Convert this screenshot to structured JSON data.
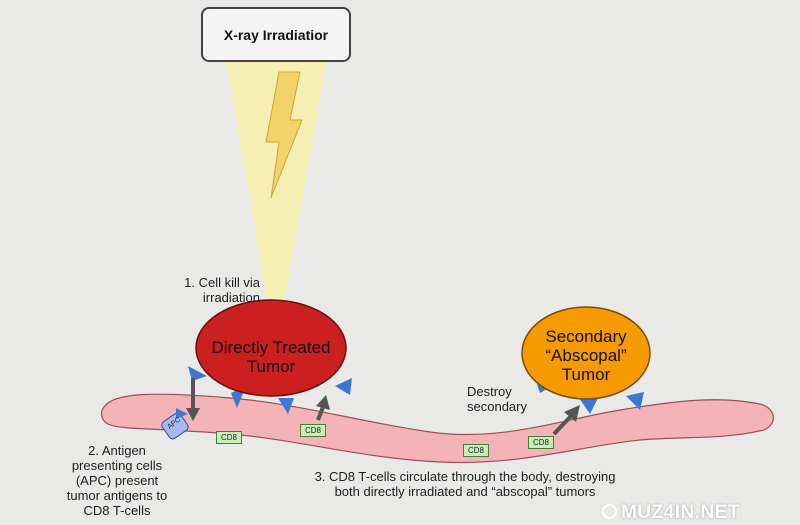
{
  "source_label": "X-ray Irradiatior",
  "step1": {
    "line1": "1. Cell kill via",
    "line2": "irradiation"
  },
  "tumor_primary": {
    "line1": "Directly Treated",
    "line2": "Tumor",
    "color": "#cc1f1f"
  },
  "tumor_secondary": {
    "line1": "Secondary",
    "line2": "“Abscopal”",
    "line3": "Tumor",
    "color": "#f59a00"
  },
  "destroy_label": {
    "line1": "Destroy",
    "line2": "secondary"
  },
  "step2": {
    "lines": [
      "2. Antigen",
      "presenting cells",
      "(APC) present",
      "tumor antigens to",
      "CD8 T-cells"
    ]
  },
  "step3": {
    "line1": "3. CD8 T-cells circulate through the body, destroying",
    "line2": "both directly irradiated and “abscopal” tumors"
  },
  "apc_label": "APC",
  "cd8_label": "CD8",
  "vessel_color": "#f3b3b7",
  "beam_color": "#f7efb0",
  "bolt_color": "#f1d36a",
  "watermark": "MUZ4IN.NET"
}
